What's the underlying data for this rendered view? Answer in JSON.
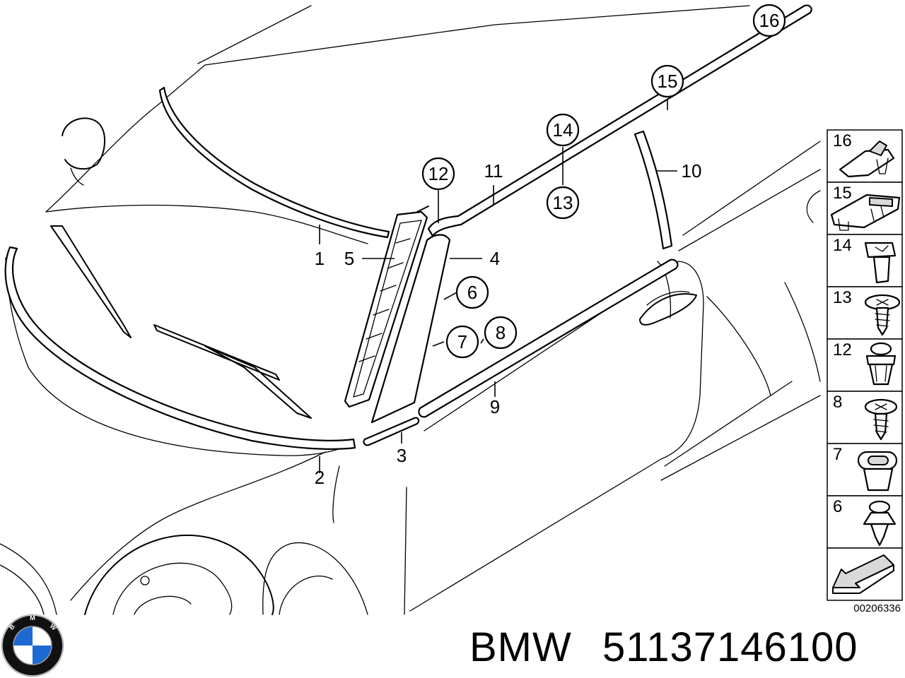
{
  "callouts": [
    {
      "id": "c1",
      "text": "1",
      "circled": false
    },
    {
      "id": "c2",
      "text": "2",
      "circled": false
    },
    {
      "id": "c3",
      "text": "3",
      "circled": false
    },
    {
      "id": "c4",
      "text": "4",
      "circled": false
    },
    {
      "id": "c5",
      "text": "5",
      "circled": false
    },
    {
      "id": "c6",
      "text": "6",
      "circled": true
    },
    {
      "id": "c7",
      "text": "7",
      "circled": true
    },
    {
      "id": "c8",
      "text": "8",
      "circled": true
    },
    {
      "id": "c9",
      "text": "9",
      "circled": false
    },
    {
      "id": "c10",
      "text": "10",
      "circled": false
    },
    {
      "id": "c11",
      "text": "11",
      "circled": false
    },
    {
      "id": "c12",
      "text": "12",
      "circled": true
    },
    {
      "id": "c13",
      "text": "13",
      "circled": true
    },
    {
      "id": "c14",
      "text": "14",
      "circled": true
    },
    {
      "id": "c15",
      "text": "15",
      "circled": true
    },
    {
      "id": "c16",
      "text": "16",
      "circled": true
    }
  ],
  "fasteners_panel": {
    "items": [
      {
        "label": "16",
        "icon": "rail-clip-icon"
      },
      {
        "label": "15",
        "icon": "rail-clip-large-icon"
      },
      {
        "label": "14",
        "icon": "square-clip-nut-icon"
      },
      {
        "label": "13",
        "icon": "screw-icon"
      },
      {
        "label": "12",
        "icon": "push-rivet-icon"
      },
      {
        "label": "8",
        "icon": "screw-icon"
      },
      {
        "label": "7",
        "icon": "expansion-nut-icon"
      },
      {
        "label": "6",
        "icon": "push-clip-icon"
      },
      {
        "label": "",
        "icon": "front-direction-arrow-icon"
      }
    ],
    "diagram_number": "00206336"
  },
  "footer": {
    "brand": "BMW",
    "part_number": "51137146100",
    "logo_letters": [
      "B",
      "M",
      "W"
    ],
    "logo_colors": {
      "ring": "#111111",
      "blue": "#1c69d4",
      "white": "#ffffff"
    }
  }
}
